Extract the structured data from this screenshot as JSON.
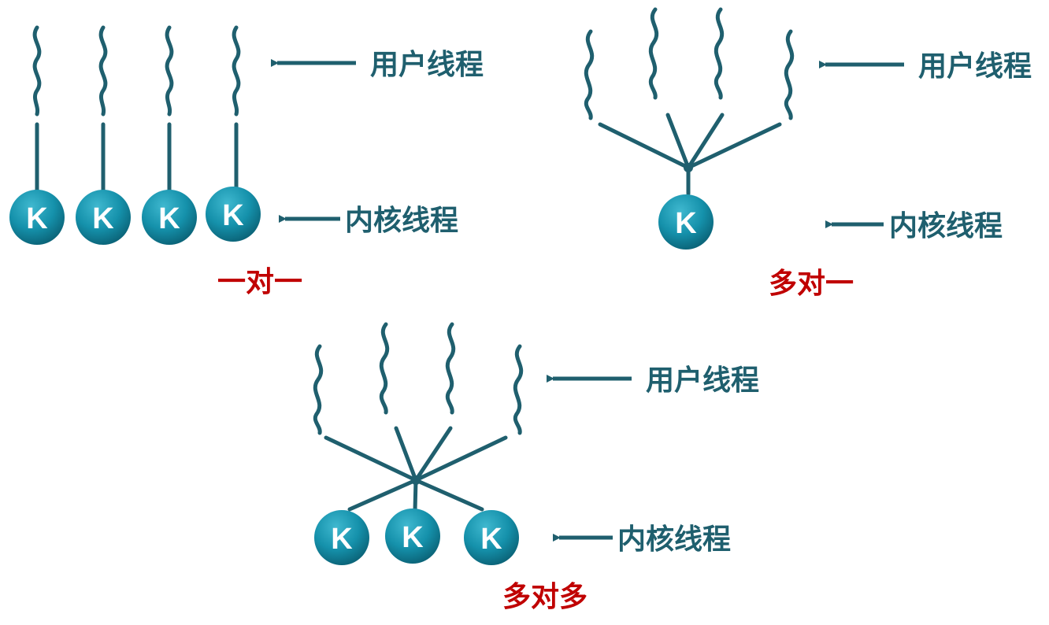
{
  "colors": {
    "line": "#1f5f6e",
    "node_light": "#3fb8cf",
    "node_mid": "#1591ab",
    "node_dark": "#0a5f73",
    "label": "#1f5f6e",
    "caption": "#c00000",
    "k_text": "#ffffff"
  },
  "node_letter": "K",
  "panels": [
    {
      "id": "one-to-one",
      "caption": "一对一",
      "user_label": "用户线程",
      "kernel_label": "内核线程",
      "user_thread_count": 4,
      "kernel_thread_count": 4
    },
    {
      "id": "many-to-one",
      "caption": "多对一",
      "user_label": "用户线程",
      "kernel_label": "内核线程",
      "user_thread_count": 4,
      "kernel_thread_count": 1
    },
    {
      "id": "many-to-many",
      "caption": "多对多",
      "user_label": "用户线程",
      "kernel_label": "内核线程",
      "user_thread_count": 4,
      "kernel_thread_count": 3
    }
  ]
}
